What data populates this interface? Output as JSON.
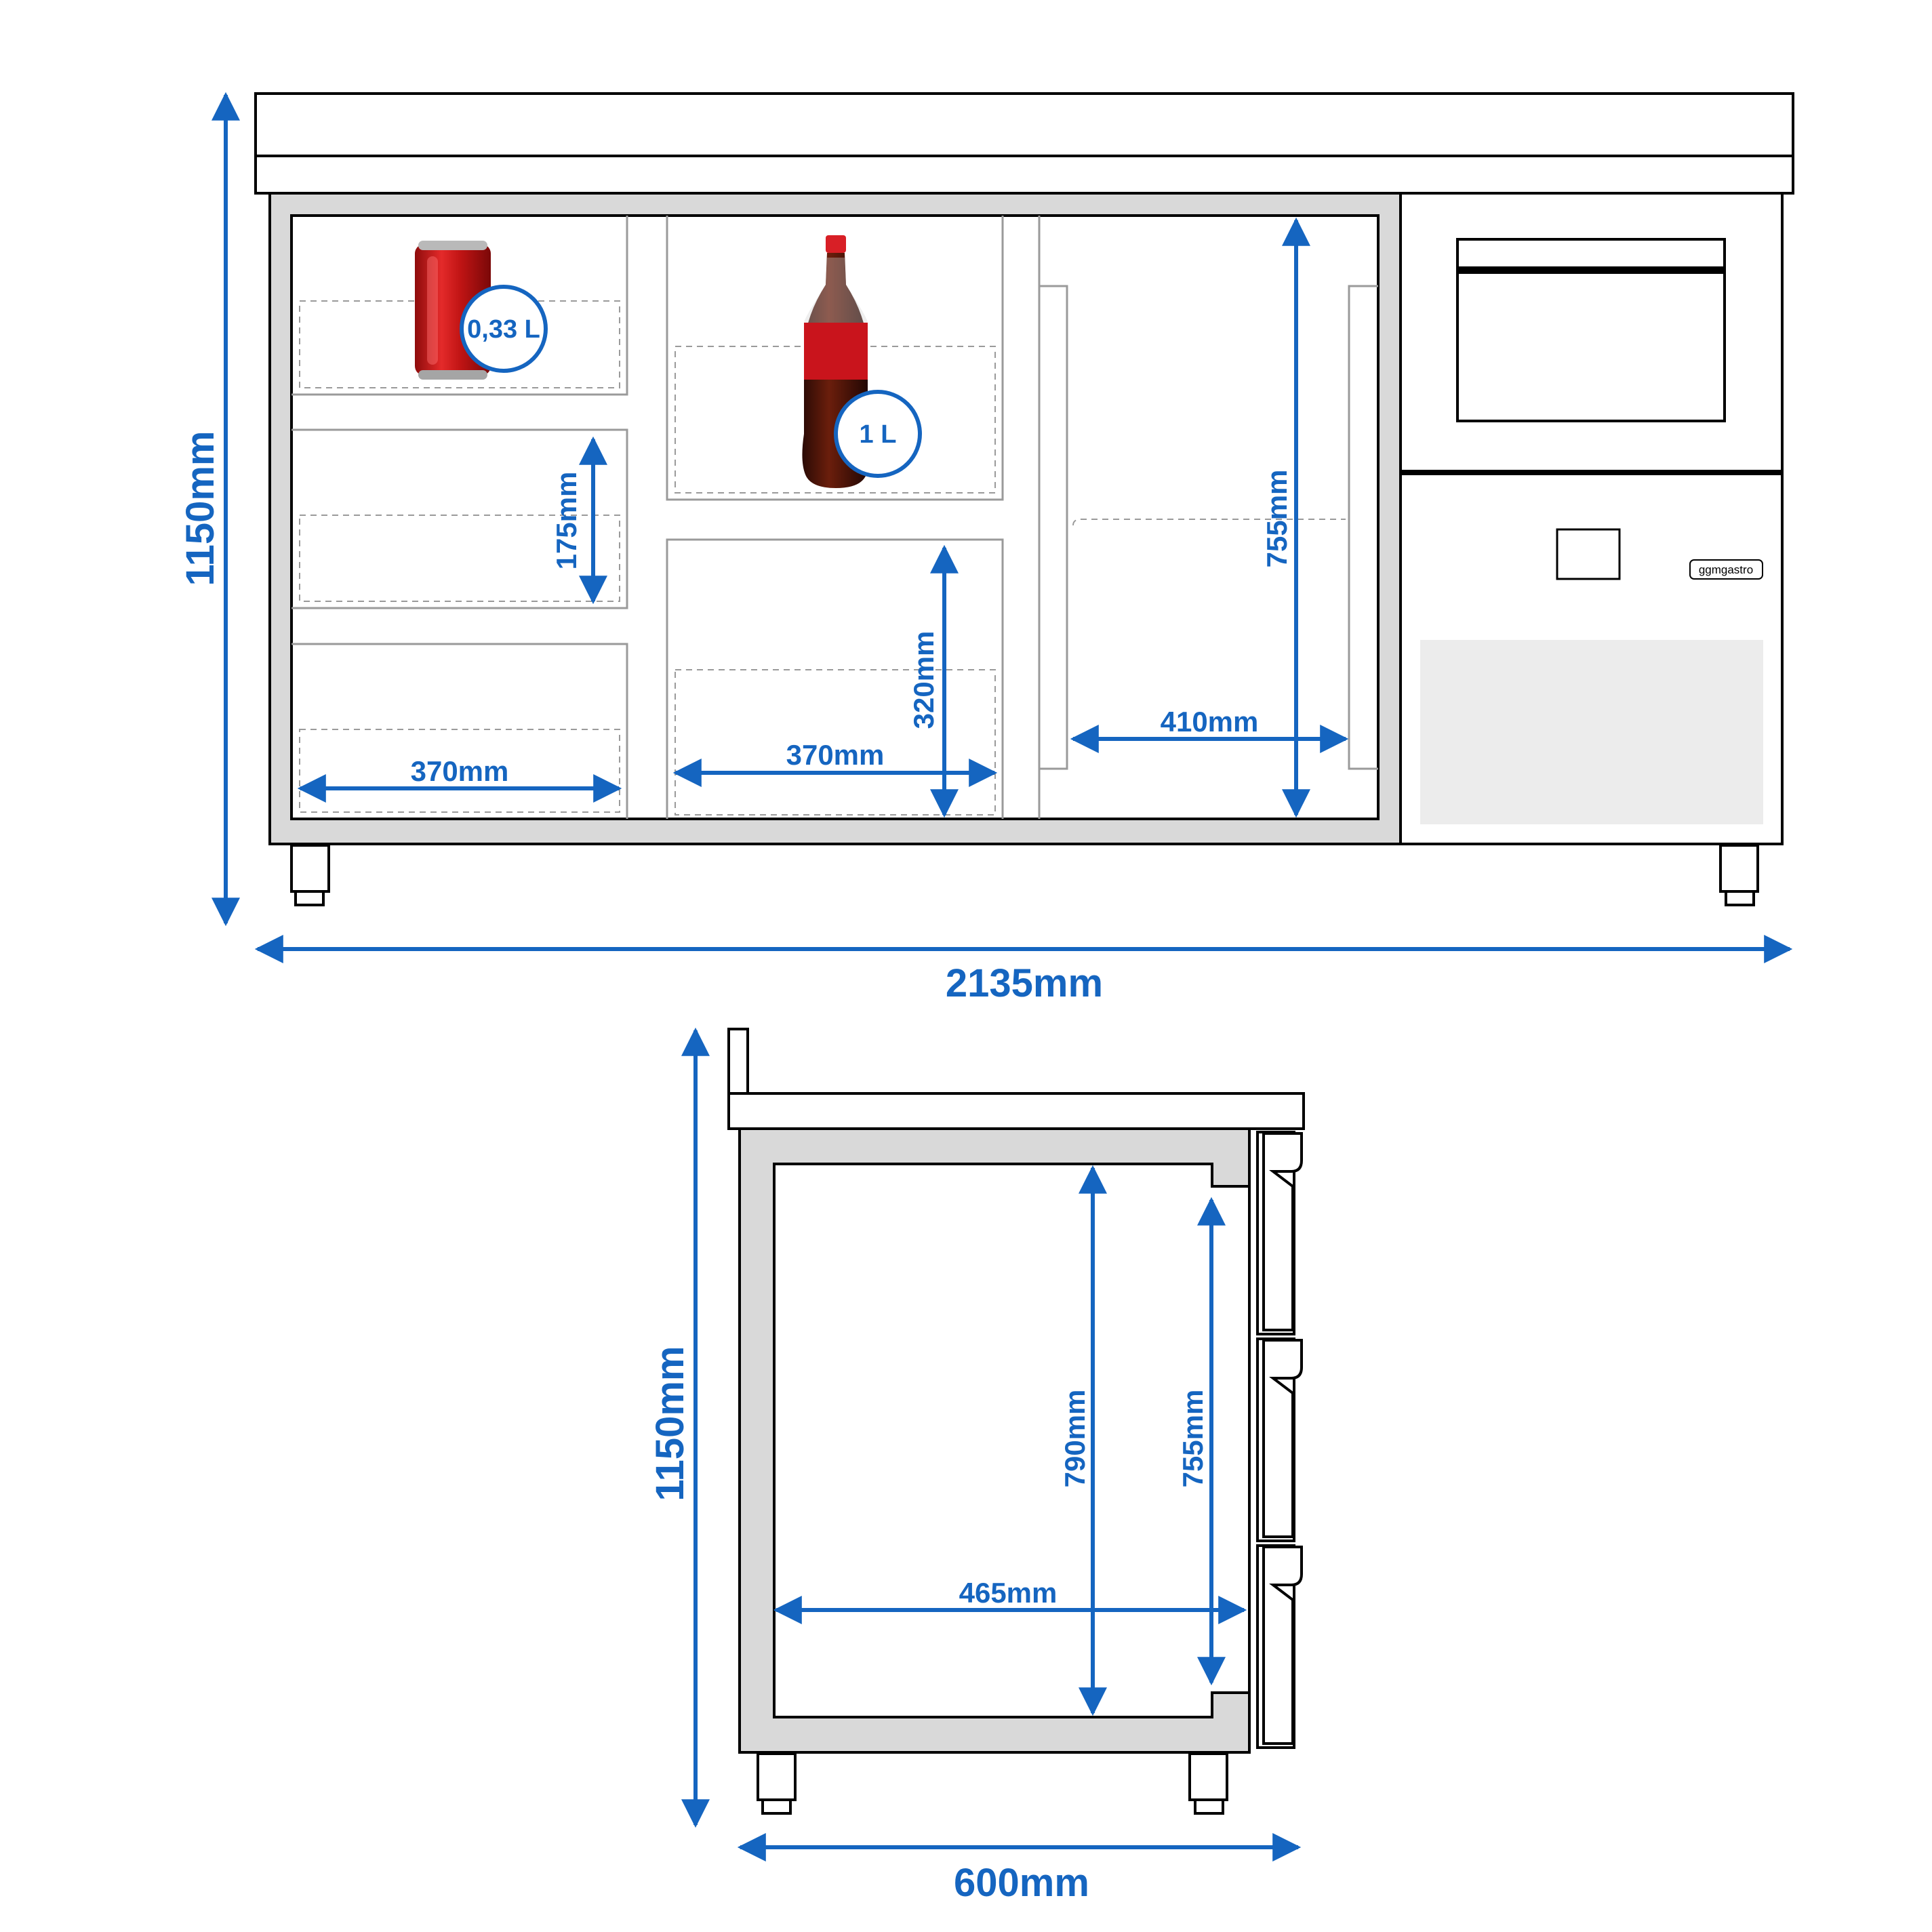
{
  "colors": {
    "dimension": "#1565c0",
    "outline": "#000000",
    "body_fill": "#d9d9d9",
    "panel_fill": "#ececec",
    "can_red": "#d01919",
    "bottle_red": "#c9141c"
  },
  "front_view": {
    "height_label": "1150mm",
    "width_label": "2135mm",
    "shelf_height_label": "175mm",
    "drawer_height_label": "320mm",
    "door_height_label": "755mm",
    "left_width_label": "370mm",
    "middle_width_label": "370mm",
    "right_width_label": "410mm",
    "can_volume": "0,33 L",
    "bottle_volume": "1 L",
    "brand": "ggmgastro",
    "can_icon": "soda-can-icon",
    "bottle_icon": "soda-bottle-icon"
  },
  "side_view": {
    "height_label": "1150mm",
    "depth_label": "600mm",
    "inner_height_label": "790mm",
    "drawer_height_label": "755mm",
    "inner_depth_label": "465mm"
  }
}
